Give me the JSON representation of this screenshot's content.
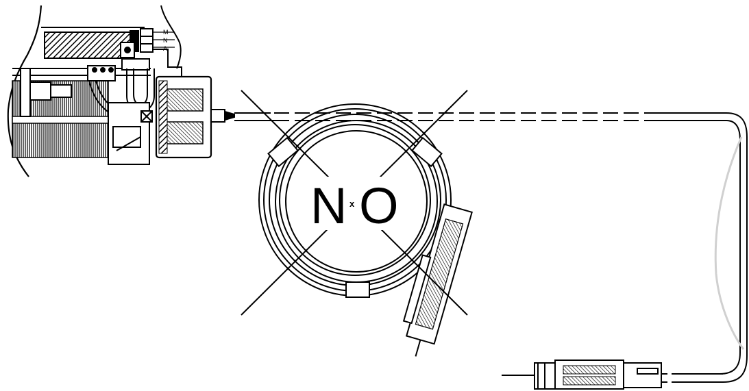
{
  "diagram": {
    "terminal_labels": [
      "M",
      "N",
      "A"
    ],
    "prohibition_label_left": "N",
    "prohibition_label_mark": "x",
    "prohibition_label_right": "O"
  },
  "colors": {
    "line": "#000000",
    "background": "#ffffff",
    "hatch": "#000000",
    "light_cable": "#d0d0d0"
  }
}
